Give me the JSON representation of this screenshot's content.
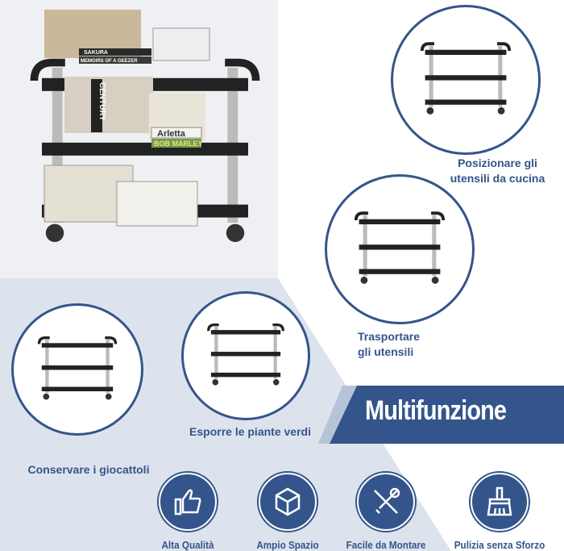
{
  "colors": {
    "brand": "#34558b",
    "light": "#b7c3d6",
    "bg": "#dde3ec"
  },
  "main_image": {
    "alt_books": "MEMOIRS OF A GEEZER",
    "book_2": "Arletta",
    "book_3": "BOB MARLEY",
    "book_4": "SAKURA",
    "book_5": "CENTURY"
  },
  "scenes": [
    {
      "label": "Posizionare gli utensili da cucina"
    },
    {
      "label": "Trasportare gli utensili"
    },
    {
      "label": "Esporre le piante verdi"
    },
    {
      "label": "Conservare i giocattoli"
    }
  ],
  "banner": {
    "title": "Multifunzione"
  },
  "features": [
    {
      "icon": "thumbs-up-icon",
      "label": "Alta Qualità"
    },
    {
      "icon": "box-icon",
      "label": "Ampio Spazio"
    },
    {
      "icon": "tools-icon",
      "label": "Facile da Montare"
    },
    {
      "icon": "broom-icon",
      "label": "Pulizia senza Sforzo"
    }
  ]
}
